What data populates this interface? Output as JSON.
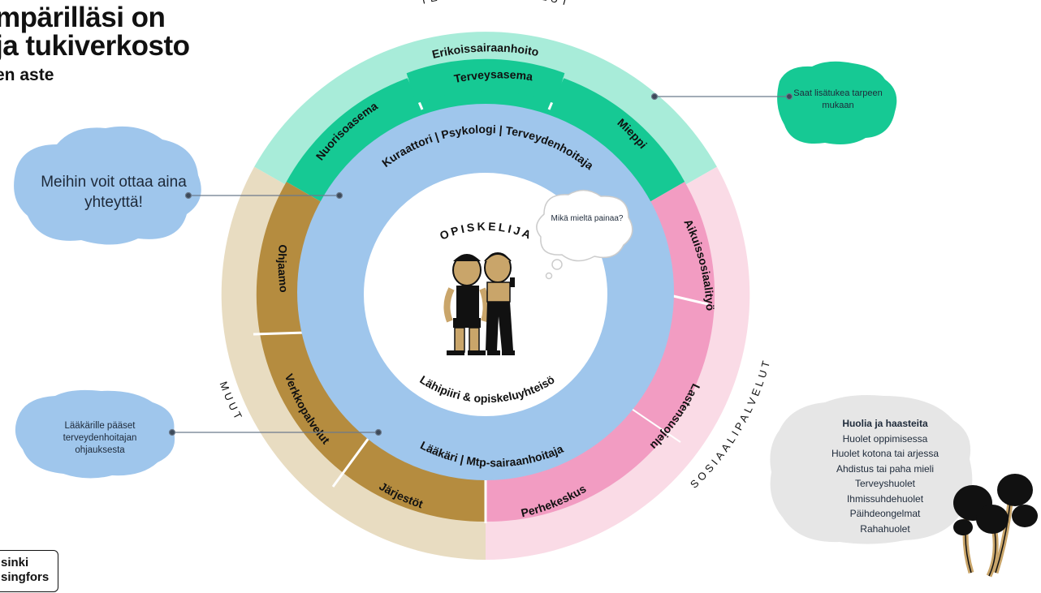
{
  "title": {
    "line1": "mpärilläsi on",
    "line2": "ja tukiverkosto",
    "line3": "en aste"
  },
  "outer_arc_labels": {
    "health": "TERVEYSPALVELUT",
    "social": "SOSIAALIPALVELUT",
    "other": "MUUT"
  },
  "segments": {
    "erikoissairaanhoito": "Erikoissairaanhoito",
    "terveysasema": "Terveysasema",
    "nuorisoasema": "Nuorisoasema",
    "mieppi": "Mieppi",
    "aikuissosiaalityo": "Aikuissosiaalityö",
    "lastensuojelu": "Lastensuojelu",
    "perhekeskus": "Perhekeskus",
    "jarjestot": "Järjestöt",
    "verkkopalvelut": "Verkkopalvelut",
    "ohjaamo": "Ohjaamo"
  },
  "inner_ring": {
    "top": "Kuraattori | Psykologi | Terveydenhoitaja",
    "bottom": "Lääkäri | Mtp-sairaanhoitaja"
  },
  "center": {
    "student": "OPISKELIJA",
    "community": "Lähipiiri & opiskeluyhteisö",
    "thought": "Mikä mieltä painaa?"
  },
  "callouts": {
    "contact": "Meihin voit ottaa aina yhteyttä!",
    "extra_support": "Saat lisätukea tarpeen mukaan",
    "doctor": "Lääkärille pääset terveydenhoitajan ohjauksesta"
  },
  "concerns": {
    "heading": "Huolia ja haasteita",
    "items": [
      "Huolet oppimisessa",
      "Huolet kotona tai arjessa",
      "Ahdistus tai paha mieli",
      "Terveyshuolet",
      "Ihmissuhdehuolet",
      "Päihdeongelmat",
      "Rahahuolet"
    ]
  },
  "logo": {
    "line1": "sinki",
    "line2": "singfors"
  },
  "colors": {
    "health_outer": "#a8ecd9",
    "health_inner": "#16c994",
    "social_outer": "#fadbe6",
    "social_inner": "#f29cc2",
    "other_outer": "#e8dcc1",
    "other_inner": "#b58c3f",
    "blue": "#9fc6ec",
    "gray_blob": "#e6e6e6"
  }
}
